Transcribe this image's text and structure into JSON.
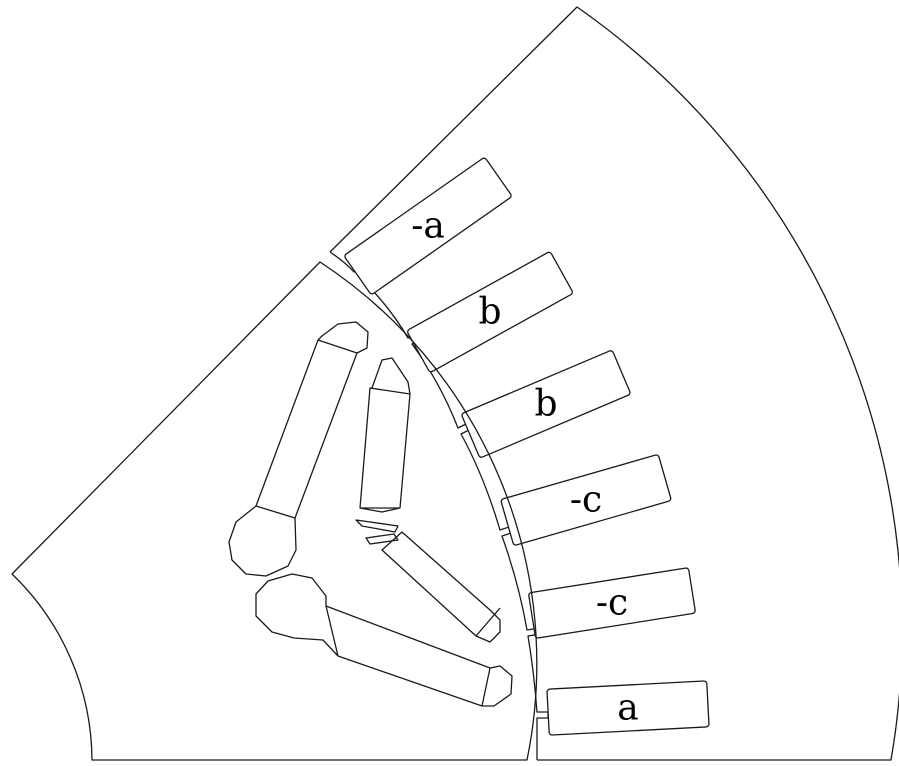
{
  "diagram": {
    "slots": [
      {
        "label": "-a"
      },
      {
        "label": "b"
      },
      {
        "label": "b"
      },
      {
        "label": "-c"
      },
      {
        "label": "-c"
      },
      {
        "label": "a"
      }
    ]
  }
}
